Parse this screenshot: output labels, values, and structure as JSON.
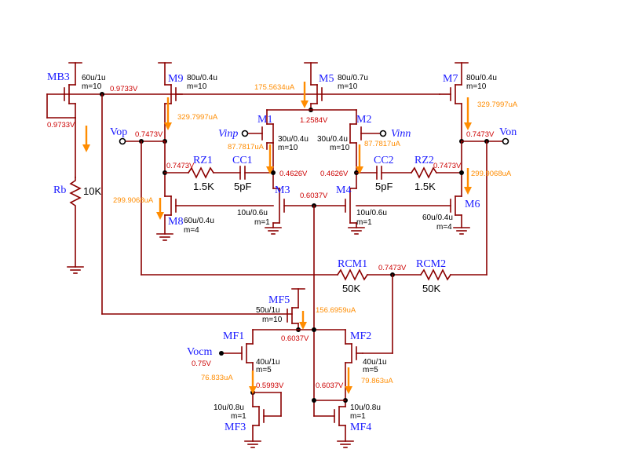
{
  "components": {
    "MB3": {
      "name": "MB3",
      "size": "60u/1u",
      "m": "m=10"
    },
    "M9": {
      "name": "M9",
      "size": "80u/0.4u",
      "m": "m=10"
    },
    "M5": {
      "name": "M5",
      "size": "80u/0.7u",
      "m": "m=10"
    },
    "M7": {
      "name": "M7",
      "size": "80u/0.4u",
      "m": "m=10"
    },
    "M1": {
      "name": "M1",
      "size": "30u/0.4u",
      "m": "m=10"
    },
    "M2": {
      "name": "M2",
      "size": "30u/0.4u",
      "m": "m=10"
    },
    "M3": {
      "name": "M3",
      "size": "10u/0.6u",
      "m": "m=1"
    },
    "M4": {
      "name": "M4",
      "size": "10u/0.6u",
      "m": "m=1"
    },
    "M8": {
      "name": "M8",
      "size": "60u/0.4u",
      "m": "m=4"
    },
    "M6": {
      "name": "M6",
      "size": "60u/0.4u",
      "m": "m=4"
    },
    "MF5": {
      "name": "MF5",
      "size": "50u/1u",
      "m": "m=10"
    },
    "MF1": {
      "name": "MF1",
      "size": "40u/1u",
      "m": "m=5"
    },
    "MF2": {
      "name": "MF2",
      "size": "40u/1u",
      "m": "m=5"
    },
    "MF3": {
      "name": "MF3",
      "size": "10u/0.8u",
      "m": "m=1"
    },
    "MF4": {
      "name": "MF4",
      "size": "10u/0.8u",
      "m": "m=1"
    },
    "Rb": {
      "name": "Rb",
      "value": "10K"
    },
    "RZ1": {
      "name": "RZ1",
      "value": "1.5K"
    },
    "RZ2": {
      "name": "RZ2",
      "value": "1.5K"
    },
    "CC1": {
      "name": "CC1",
      "value": "5pF"
    },
    "CC2": {
      "name": "CC2",
      "value": "5pF"
    },
    "RCM1": {
      "name": "RCM1",
      "value": "50K"
    },
    "RCM2": {
      "name": "RCM2",
      "value": "50K"
    }
  },
  "ports": {
    "vop": "Vop",
    "von": "Von",
    "vinp": "Vinp",
    "vinn": "Vinn",
    "vocm": "Vocm"
  },
  "voltages": {
    "v_mb3_gate": "0.9733V",
    "v_mb3_drain": "0.9733V",
    "v_tail": "1.2584V",
    "v_out_left": "0.7473V",
    "v_out_right": "0.7473V",
    "v_rz1": "0.7473V",
    "v_rz2": "0.7473V",
    "v_m1_drain": "0.4626V",
    "v_m2_drain": "0.4626V",
    "v_m3_gate": "0.6037V",
    "v_cm": "0.7473V",
    "v_mf5_drain": "0.6037V",
    "v_vocm": "0.75V",
    "v_mf1_drain": "0.5993V",
    "v_mf2_drain": "0.6037V"
  },
  "currents": {
    "i_m5": "175.5634uA",
    "i_m9": "329.7997uA",
    "i_m7": "329.7997uA",
    "i_m1": "87.7817uA",
    "i_m2": "87.7817uA",
    "i_m8": "299.9068uA",
    "i_m6": "299.9068uA",
    "i_mf5": "156.6959uA",
    "i_mf1": "76.833uA",
    "i_mf2": "79.863uA"
  }
}
